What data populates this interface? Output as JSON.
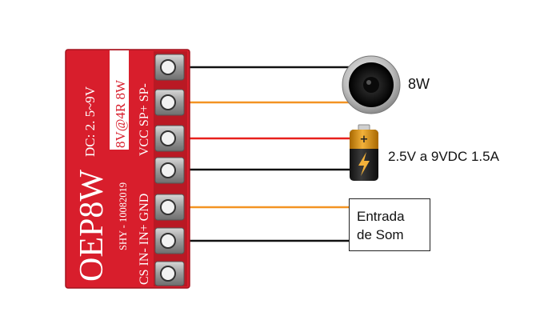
{
  "module": {
    "model": "OEP8W",
    "supply_text": "DC: 2. 5~9V",
    "power_text": "8V@4R 8W",
    "pins_upper": "VCC SP+ SP-",
    "pins_lower": "CS IN- IN+ GND",
    "serial": "SHY - 10082019"
  },
  "speaker": {
    "label": "8W"
  },
  "battery": {
    "label": "2.5V a 9VDC 1.5A"
  },
  "audio_input": {
    "label": "Entrada\nde Som"
  },
  "wire_colors": {
    "black": "#111111",
    "orange": "#f39323",
    "red": "#e8201c"
  },
  "board_color": "#d81e2c"
}
